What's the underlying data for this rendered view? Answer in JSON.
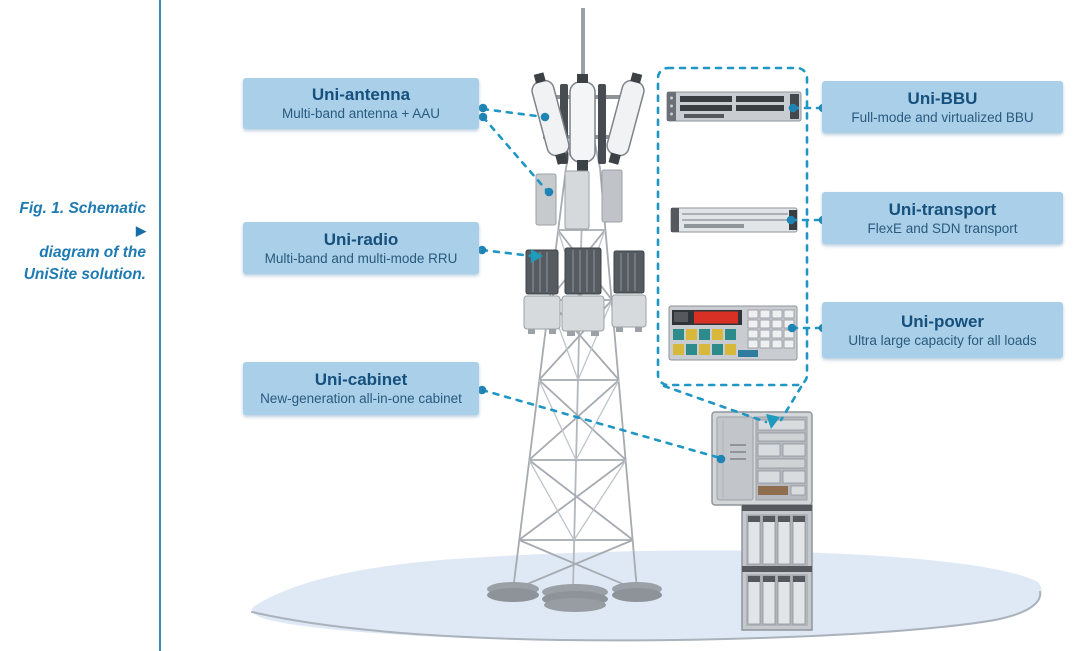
{
  "figure_caption": {
    "line1": "Fig. 1. Schematic",
    "line2": "diagram of the",
    "line3": "UniSite solution.",
    "marker": "▶"
  },
  "callouts": {
    "left": [
      {
        "title": "Uni-antenna",
        "subtitle": "Multi-band antenna + AAU"
      },
      {
        "title": "Uni-radio",
        "subtitle": "Multi-band and multi-mode RRU"
      },
      {
        "title": "Uni-cabinet",
        "subtitle": "New-generation all-in-one cabinet"
      }
    ],
    "right": [
      {
        "title": "Uni-BBU",
        "subtitle": "Full-mode and virtualized BBU"
      },
      {
        "title": "Uni-transport",
        "subtitle": "FlexE and SDN transport"
      },
      {
        "title": "Uni-power",
        "subtitle": "Ultra large capacity for all loads"
      }
    ]
  },
  "icons": {
    "caption_marker": "triangle-right-icon",
    "connectors": "dashed-line-with-dots"
  },
  "colors": {
    "callout_fill": "#a9cfe9",
    "callout_title": "#16507c",
    "callout_subtitle": "#2a5a7d",
    "caption_text": "#1d7ab2",
    "divider_line": "#3a87b8",
    "connector_line": "#1f96c3",
    "connector_dot": "#1e84b4",
    "tower_gray": "#a6abb1",
    "ground_fill": "#dfe9f5"
  }
}
